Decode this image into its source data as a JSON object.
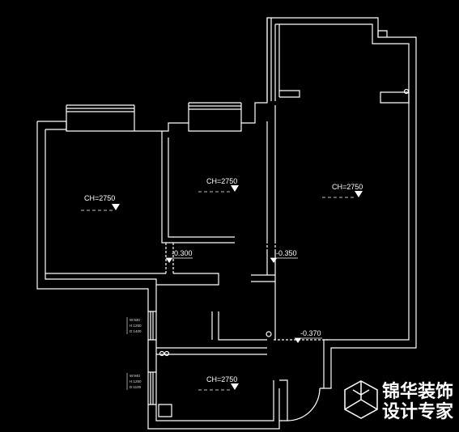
{
  "ceiling_labels": {
    "left_room": "CH=2750",
    "middle_room": "CH=2750",
    "right_room": "CH=2750",
    "bottom_room": "CH=2750"
  },
  "level_labels": {
    "hall_left": "-0.300",
    "hall_right": "-0.350",
    "balcony_door": "-0.370"
  },
  "window_specs": {
    "upper": {
      "w": "W:830",
      "h": "H:1250",
      "d": "D:1400"
    },
    "lower": {
      "w": "W:940",
      "h": "H:1250",
      "d": "D:1100"
    }
  },
  "watermark": {
    "line1": "锦华装饰",
    "line2": "设计专家"
  },
  "colors": {
    "background": "#000000",
    "wall": "#ffffff"
  }
}
